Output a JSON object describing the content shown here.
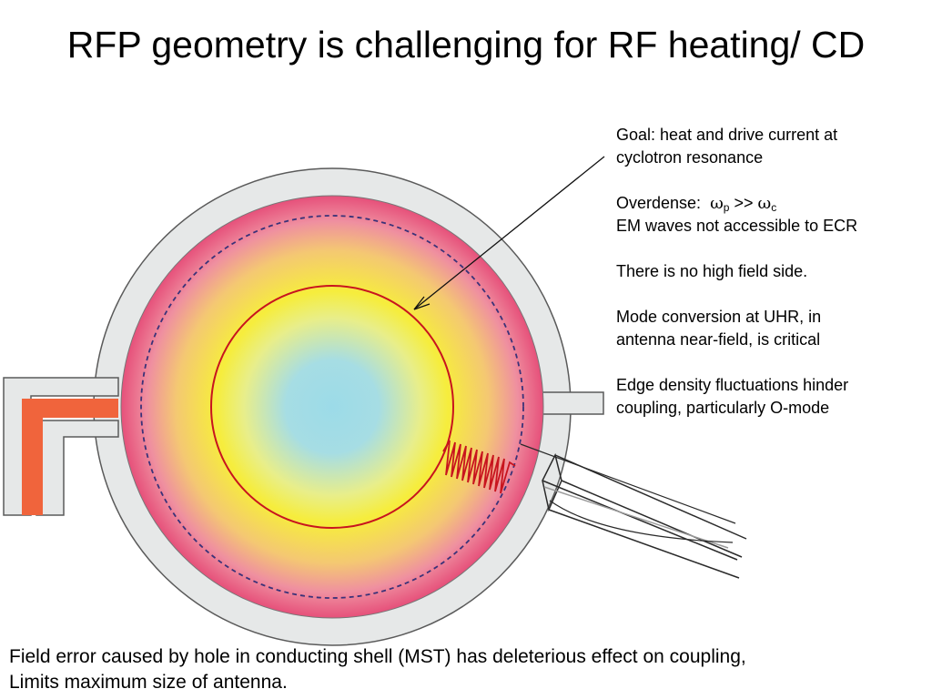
{
  "slide": {
    "title": "RFP geometry is challenging for RF heating/ CD"
  },
  "notes": {
    "goal_line1": "Goal: heat and drive current  at",
    "goal_line2": "cyclotron resonance",
    "overdense_prefix": "Overdense:",
    "omega_symbol": "ω",
    "omega_sub_p": "p",
    "comparison": ">>",
    "omega_sub_c": "c",
    "em_waves": "EM waves not accessible to ECR",
    "no_high_field": "There is no high field side.",
    "mode_line1": "Mode conversion at UHR, in",
    "mode_line2": "antenna near-field, is critical",
    "edge_line1": "Edge density fluctuations hinder",
    "edge_line2": "coupling, particularly O-mode"
  },
  "footer": {
    "line1": "Field error caused by hole in conducting shell (MST) has deleterious effect on coupling,",
    "line2": "Limits maximum size of antenna."
  },
  "colors": {
    "shell_fill": "#e6e8e8",
    "shell_stroke": "#5a5a5a",
    "plasma_core": "#9cdbe8",
    "plasma_mid": "#f5ee3a",
    "plasma_edge": "#e6507a",
    "resonance_circle": "#c8141e",
    "dashed_boundary": "#3a3278",
    "orange_port": "#f0643c"
  }
}
